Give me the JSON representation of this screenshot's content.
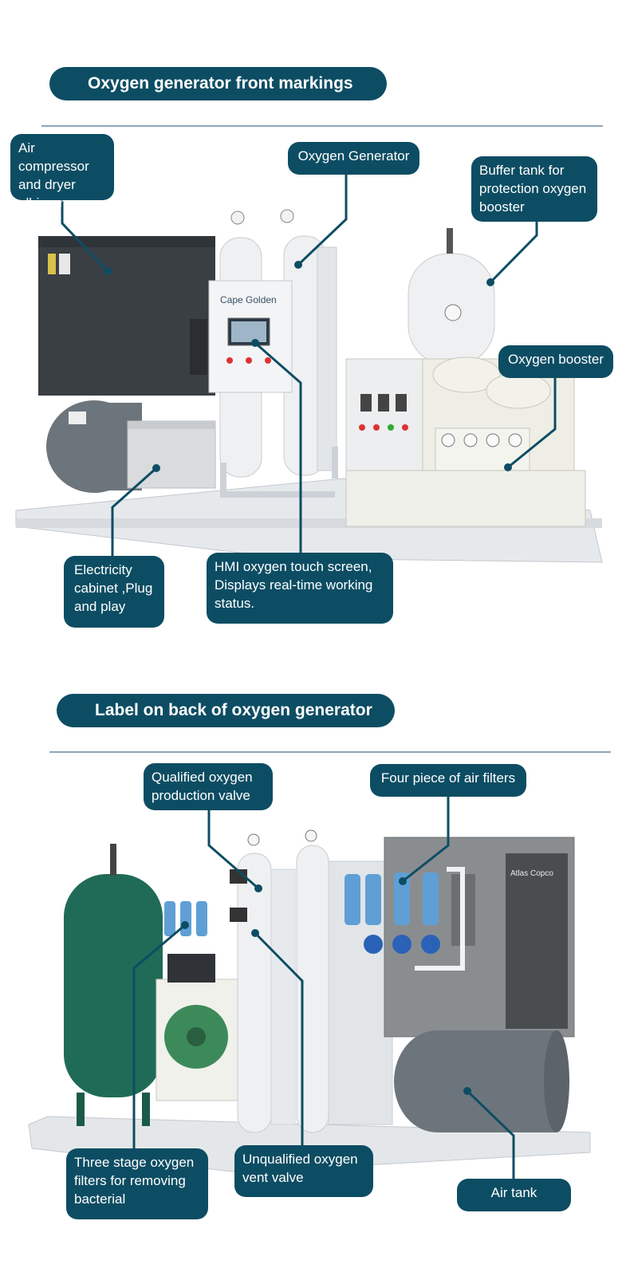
{
  "front": {
    "title": "Oxygen generator front markings",
    "logo": "Cape Golden",
    "labels": {
      "air_compressor": "Air compressor\nand dryer\nall-in-one",
      "oxygen_generator": "Oxygen Generator",
      "buffer_tank": "Buffer tank for\nprotection oxygen\nbooster",
      "oxygen_booster": "Oxygen booster",
      "electricity_cabinet": "Electricity\ncabinet ,Plug\nand play",
      "hmi_screen": "HMI oxygen touch screen,\nDisplays real-time working\nstatus."
    }
  },
  "back": {
    "title": "Label on back of oxygen generator",
    "brand": "Atlas Copco",
    "labels": {
      "qualified_valve": "Qualified oxygen\nproduction valve",
      "air_filters": "Four piece of air filters",
      "three_stage_filters": "Three stage oxygen\nfilters for removing\nbacterial",
      "unqualified_valve": "Unqualified oxygen\nvent valve",
      "air_tank": "Air tank"
    }
  },
  "colors": {
    "accent": "#0d4d63",
    "rule": "#8ca6b6",
    "tank_green": "#1f6b57",
    "cabinet_dark": "#3a3f44"
  }
}
